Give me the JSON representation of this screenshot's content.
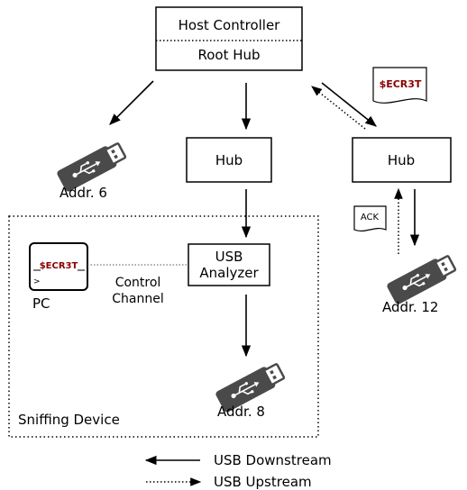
{
  "host": {
    "line1": "Host Controller",
    "line2": "Root Hub"
  },
  "hubs": {
    "center": "Hub",
    "right": "Hub"
  },
  "analyzer": {
    "line1": "USB",
    "line2": "Analyzer"
  },
  "control_channel": {
    "line1": "Control",
    "line2": "Channel"
  },
  "pc": {
    "label": "PC",
    "screen_secret": "$ECR3T",
    "prompt": ">"
  },
  "devices": {
    "addr6": "Addr. 6",
    "addr8": "Addr. 8",
    "addr12": "Addr. 12"
  },
  "notes": {
    "secret": "$ECR3T",
    "ack": "ACK"
  },
  "sniffing_label": "Sniffing Device",
  "legend": {
    "downstream": "USB Downstream",
    "upstream": "USB Upstream"
  },
  "colors": {
    "secret_text": "#8b0000",
    "usb_body": "#4a4a4a"
  }
}
